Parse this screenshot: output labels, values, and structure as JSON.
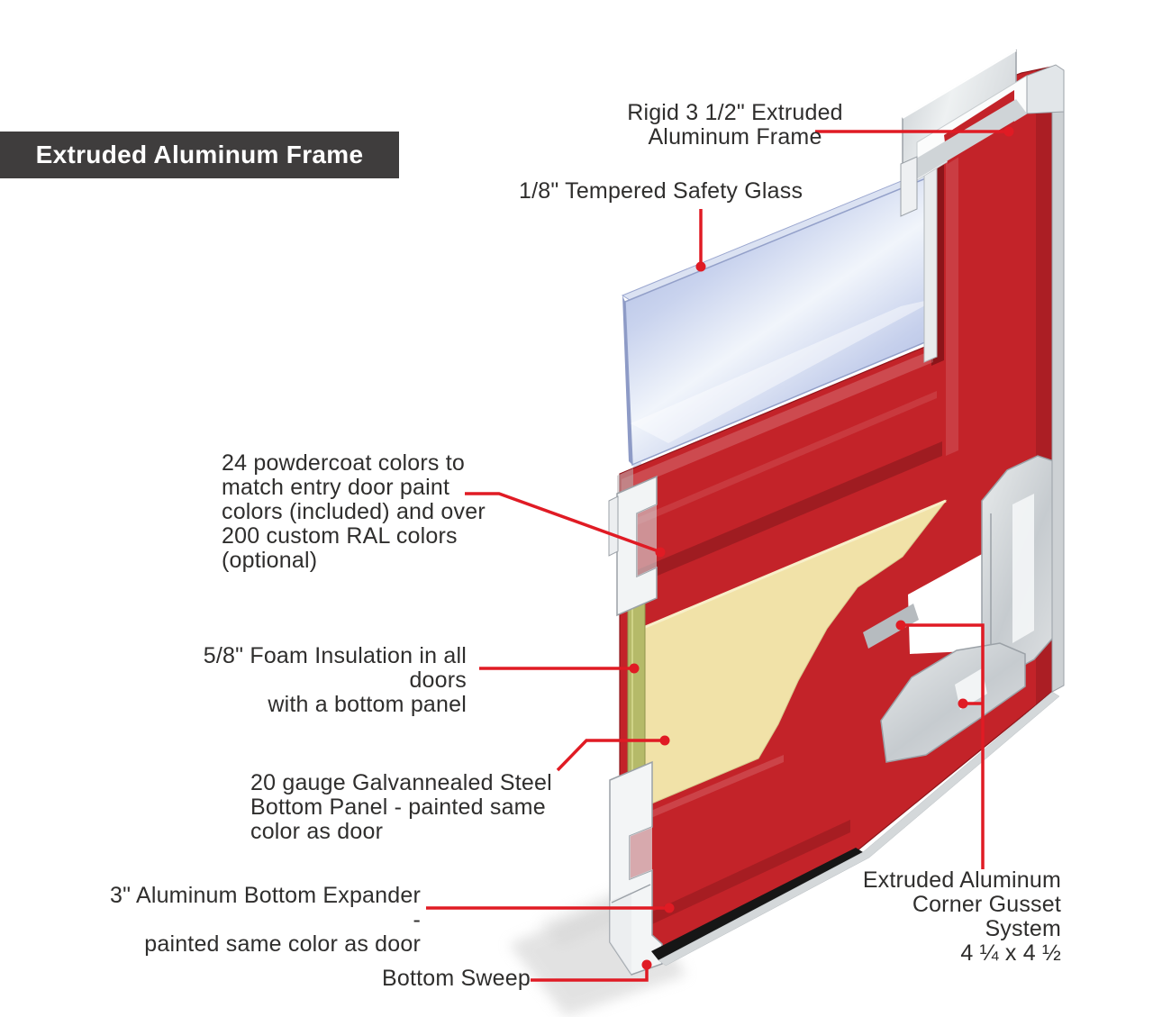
{
  "title_bar": {
    "label": "Extruded Aluminum Frame"
  },
  "callouts": {
    "frame": {
      "text": "Rigid 3 1/2\" Extruded\nAluminum Frame"
    },
    "glass": {
      "text": "1/8\" Tempered Safety Glass"
    },
    "powdercoat": {
      "text": "24 powdercoat colors to\nmatch entry door paint\ncolors (included) and over\n200 custom RAL colors\n(optional)"
    },
    "foam": {
      "text": "5/8\" Foam Insulation in all doors\nwith a bottom panel"
    },
    "steel": {
      "text": "20 gauge Galvannealed Steel\nBottom Panel - painted same\ncolor as door"
    },
    "expander": {
      "text": "3\" Aluminum Bottom Expander -\npainted same color as door"
    },
    "sweep": {
      "text": "Bottom Sweep"
    },
    "gusset": {
      "text": "Extruded Aluminum\nCorner Gusset System\n4 ¼ x 4 ½"
    }
  },
  "colors": {
    "titlebar": "#3f3d3d",
    "titleText": "#ffffff",
    "ink": "#2f2e2d",
    "leader": "#e01b24",
    "red": "#c32329",
    "redDark": "#8e151a",
    "tan": "#f1e2a8",
    "tanEdge": "#f8efc9",
    "green": "#b5ba69",
    "greenDark": "#8e944d",
    "glassBlue": "#aebce2",
    "aluminum": "#e9ecee",
    "alumOutline": "#9ba1a7",
    "sweep": "#161616",
    "shadow": "#c7c7c7"
  }
}
